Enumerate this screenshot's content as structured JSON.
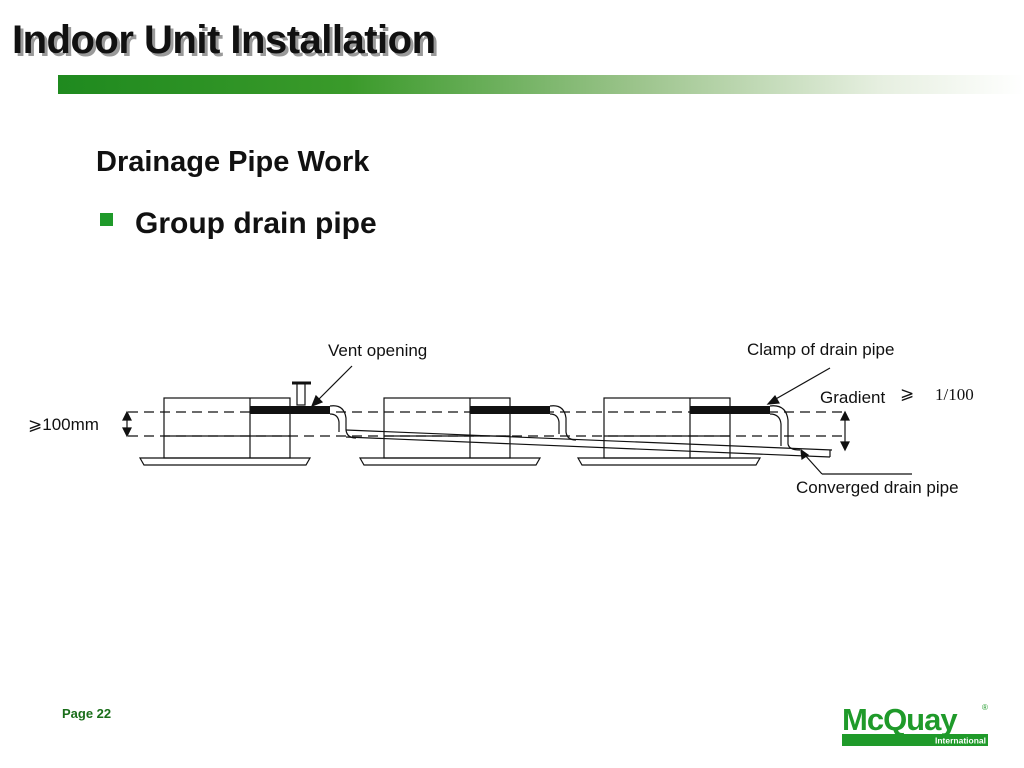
{
  "slide": {
    "title": "Indoor Unit Installation",
    "heading": "Drainage Pipe Work",
    "bullet": "Group drain pipe",
    "page": "Page 22"
  },
  "diagram": {
    "labels": {
      "vent_opening": "Vent opening",
      "clamp": "Clamp of drain pipe",
      "gradient": "Gradient",
      "gradient_symbol": "⩾",
      "gradient_value": "1/100",
      "height": "⩾100mm",
      "converged": "Converged drain pipe"
    }
  },
  "logo": {
    "brand": "McQuay",
    "sub": "International",
    "registered": "®",
    "color": "#1f9a2a"
  }
}
